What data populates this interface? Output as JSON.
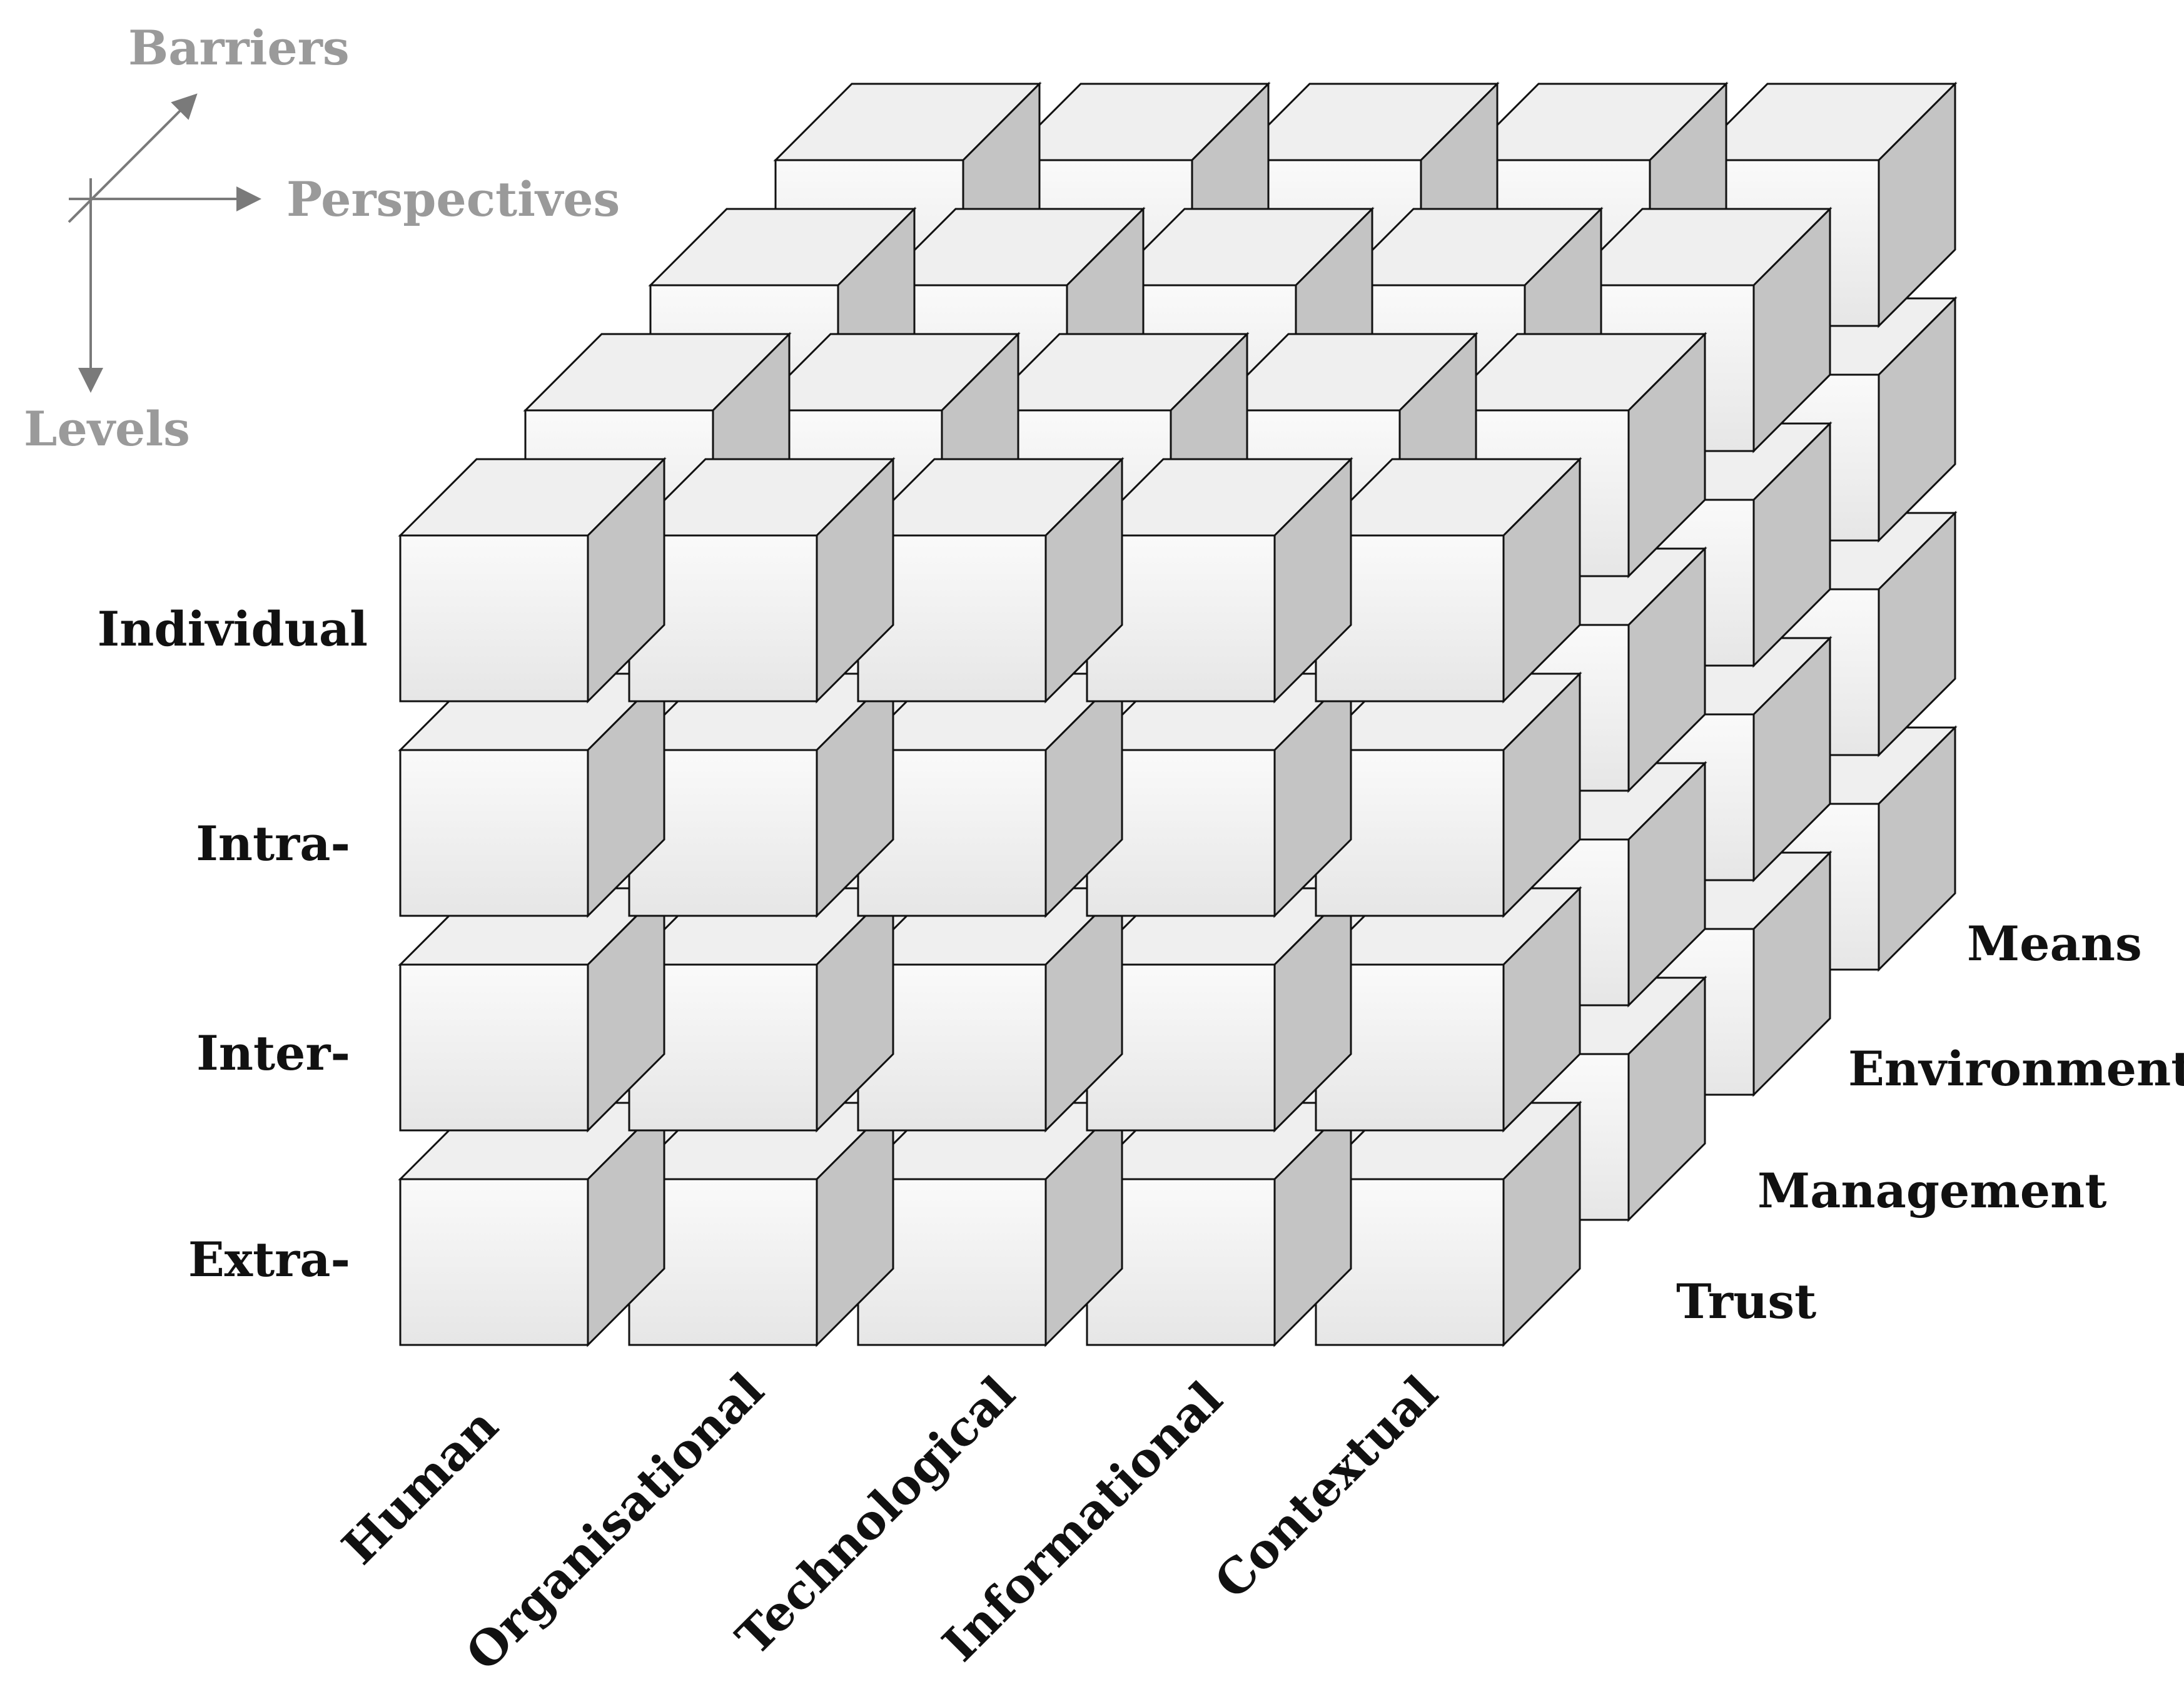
{
  "axes": {
    "barriers": "Barriers",
    "perspectives": "Perspectives",
    "levels": "Levels",
    "color": "#9a9a9a"
  },
  "levels": [
    "Individual",
    "Intra-",
    "Inter-",
    "Extra-"
  ],
  "perspectives": [
    "Human",
    "Organisational",
    "Technological",
    "Informational",
    "Contextual"
  ],
  "barriers": [
    "Trust",
    "Management",
    "Environment",
    "Means"
  ],
  "colors": {
    "front_top": "#fafafa",
    "front_bottom": "#e6e6e6",
    "top_face": "#efefef",
    "side_face": "#c4c4c4",
    "outline": "#111111"
  }
}
